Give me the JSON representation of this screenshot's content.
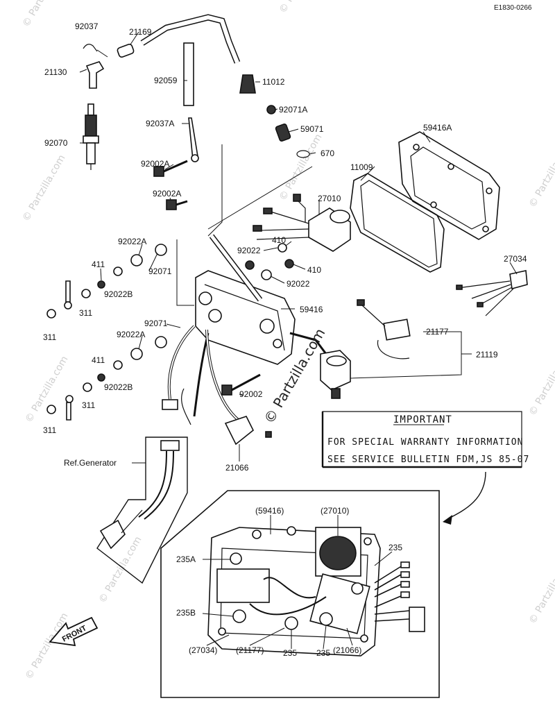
{
  "diagram_code": "E1830-0266",
  "watermarks": [
    "© Partzilla.com",
    "© Partzilla.com",
    "© Partzilla.com",
    "© Partzilla.com",
    "© Partzilla.com",
    "© Partzilla.com",
    "© Partzilla.com",
    "© Partzilla.com",
    "© Partzilla.com",
    "© Partzilla.com"
  ],
  "center_watermark": "© Partzilla.com",
  "notice": {
    "heading": "IMPORTANT",
    "line1": "FOR SPECIAL WARRANTY INFORMATION",
    "line2": "SEE SERVICE BULLETIN FDM,JS 85-07"
  },
  "ref_generator": "Ref.Generator",
  "front_label": "FRONT",
  "callouts": {
    "p92037": "92037",
    "p21169": "21169",
    "p21130": "21130",
    "p92059": "92059",
    "p11012": "11012",
    "p92071A": "92071A",
    "p59071": "59071",
    "p670": "670",
    "p92070": "92070",
    "p92037A": "92037A",
    "p92002A_1": "92002A",
    "p92002A_2": "92002A",
    "p59416A": "59416A",
    "p11009": "11009",
    "p27010": "27010",
    "p410_1": "410",
    "p92022_1": "92022",
    "p410_2": "410",
    "p92022_2": "92022",
    "p92022A_1": "92022A",
    "p92071_1": "92071",
    "p411_1": "411",
    "p92022B_1": "92022B",
    "p311_1": "311",
    "p311_2": "311",
    "p59416": "59416",
    "p27034": "27034",
    "p92071_2": "92071",
    "p92022A_2": "92022A",
    "p21177": "21177",
    "p21119": "21119",
    "p411_2": "411",
    "p92022B_2": "92022B",
    "p311_3": "311",
    "p311_4": "311",
    "p92002": "92002",
    "p21066": "21066",
    "inset_59416": "(59416)",
    "inset_27010": "(27010)",
    "inset_235A": "235A",
    "inset_235_r": "235",
    "inset_235B": "235B",
    "inset_27034": "(27034)",
    "inset_21177": "(21177)",
    "inset_235_b1": "235",
    "inset_235_b2": "235",
    "inset_21066": "(21066)"
  }
}
